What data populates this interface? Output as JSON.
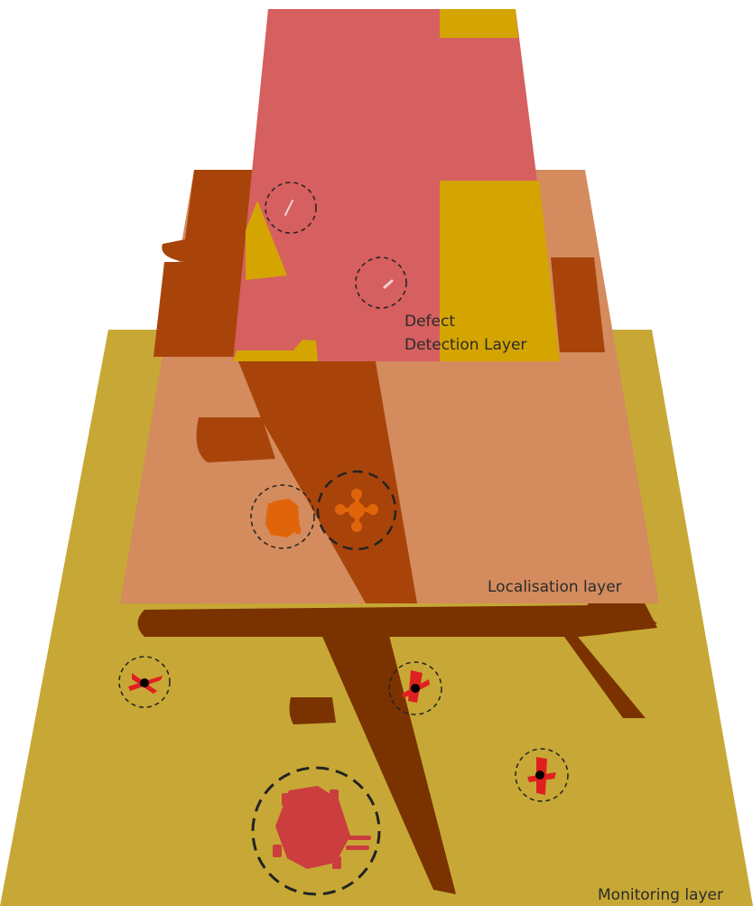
{
  "layers": {
    "defect": {
      "label_line1": "Defect",
      "label_line2": "Detection Layer"
    },
    "localisation": {
      "label": "Localisation layer"
    },
    "monitoring": {
      "label": "Monitoring layer"
    }
  },
  "colors": {
    "monitoring_plane": "#c7a836",
    "localisation_plane": "#d48b5e",
    "localisation_band": "#a8440a",
    "defect_plane": "#d65f5f",
    "defect_patch": "#d4a500",
    "aircraft_shadow": "#7a3200",
    "aircraft_mid": "#a8440a",
    "drone_orange": "#e0650a",
    "vehicle_red": "#cc3d3d",
    "marker_red": "#e02020",
    "dashed_circle": "#222222"
  },
  "icons": {
    "defects": [
      "crack-mark-icon",
      "crack-mark-icon"
    ],
    "localisation": [
      "robot-icon",
      "quadcopter-drone-icon"
    ],
    "monitoring": [
      "aircraft-marker-icon",
      "aircraft-marker-icon",
      "aircraft-marker-icon",
      "ground-vehicle-icon"
    ]
  }
}
